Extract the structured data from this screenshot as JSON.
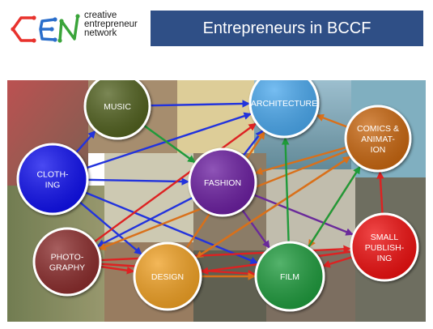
{
  "logo": {
    "letters": "CEN",
    "line1": "creative",
    "line2": "entrepreneur",
    "line3": "network"
  },
  "title": "Entrepreneurs in BCCF",
  "colors": {
    "title_bar": "#2f4f86",
    "edge_blue": "#2233dd",
    "edge_orange": "#d9701a",
    "edge_green": "#1f9a3a",
    "edge_red": "#dd2222",
    "edge_purple": "#6a2a9a"
  },
  "nodes": [
    {
      "id": "music",
      "lines": [
        "MUSIC"
      ],
      "color": "#4f5f1e"
    },
    {
      "id": "architecture",
      "lines": [
        "ARCHITECTURE"
      ],
      "color": "#4aa8ee"
    },
    {
      "id": "comics",
      "lines": [
        "COMICS &",
        "ANIMAT-",
        "ION"
      ],
      "color": "#c8650f"
    },
    {
      "id": "clothing",
      "lines": [
        "CLOTH-",
        "ING"
      ],
      "color": "#1111ee"
    },
    {
      "id": "fashion",
      "lines": [
        "FASHION"
      ],
      "color": "#6a1ea0"
    },
    {
      "id": "photography",
      "lines": [
        "PHOTO-",
        "GRAPHY"
      ],
      "color": "#8a2a2a"
    },
    {
      "id": "design",
      "lines": [
        "DESIGN"
      ],
      "color": "#f0a020"
    },
    {
      "id": "film",
      "lines": [
        "FILM"
      ],
      "color": "#1f9a3a"
    },
    {
      "id": "small_publishing",
      "lines": [
        "SMALL",
        "PUBLISH-",
        "ING"
      ],
      "color": "#ee1111"
    }
  ],
  "edges": [
    {
      "from": "clothing",
      "to": "music",
      "color": "edge_blue"
    },
    {
      "from": "clothing",
      "to": "architecture",
      "color": "edge_blue"
    },
    {
      "from": "clothing",
      "to": "fashion",
      "color": "edge_blue"
    },
    {
      "from": "clothing",
      "to": "film",
      "color": "edge_blue"
    },
    {
      "from": "clothing",
      "to": "design",
      "color": "edge_blue"
    },
    {
      "from": "music",
      "to": "architecture",
      "color": "edge_blue"
    },
    {
      "from": "music",
      "to": "fashion",
      "color": "edge_green"
    },
    {
      "from": "fashion",
      "to": "architecture",
      "color": "edge_blue"
    },
    {
      "from": "fashion",
      "to": "photography",
      "color": "edge_blue"
    },
    {
      "from": "fashion",
      "to": "small_publishing",
      "color": "edge_purple"
    },
    {
      "from": "fashion",
      "to": "film",
      "color": "edge_purple"
    },
    {
      "from": "comics",
      "to": "architecture",
      "color": "edge_orange"
    },
    {
      "from": "comics",
      "to": "fashion",
      "color": "edge_orange"
    },
    {
      "from": "comics",
      "to": "design",
      "color": "edge_orange"
    },
    {
      "from": "comics",
      "to": "photography",
      "color": "edge_orange"
    },
    {
      "from": "comics",
      "to": "film",
      "color": "edge_orange"
    },
    {
      "from": "photography",
      "to": "architecture",
      "color": "edge_red"
    },
    {
      "from": "photography",
      "to": "film",
      "color": "edge_red"
    },
    {
      "from": "photography",
      "to": "small_publishing",
      "color": "edge_red"
    },
    {
      "from": "design",
      "to": "architecture",
      "color": "edge_orange"
    },
    {
      "from": "design",
      "to": "comics",
      "color": "edge_orange"
    },
    {
      "from": "design",
      "to": "film",
      "color": "edge_orange"
    },
    {
      "from": "film",
      "to": "architecture",
      "color": "edge_green"
    },
    {
      "from": "film",
      "to": "comics",
      "color": "edge_green"
    },
    {
      "from": "small_publishing",
      "to": "film",
      "color": "edge_red"
    },
    {
      "from": "small_publishing",
      "to": "comics",
      "color": "edge_red"
    },
    {
      "from": "small_publishing",
      "to": "design",
      "color": "edge_red"
    },
    {
      "from": "photography",
      "to": "design",
      "color": "edge_red"
    }
  ]
}
